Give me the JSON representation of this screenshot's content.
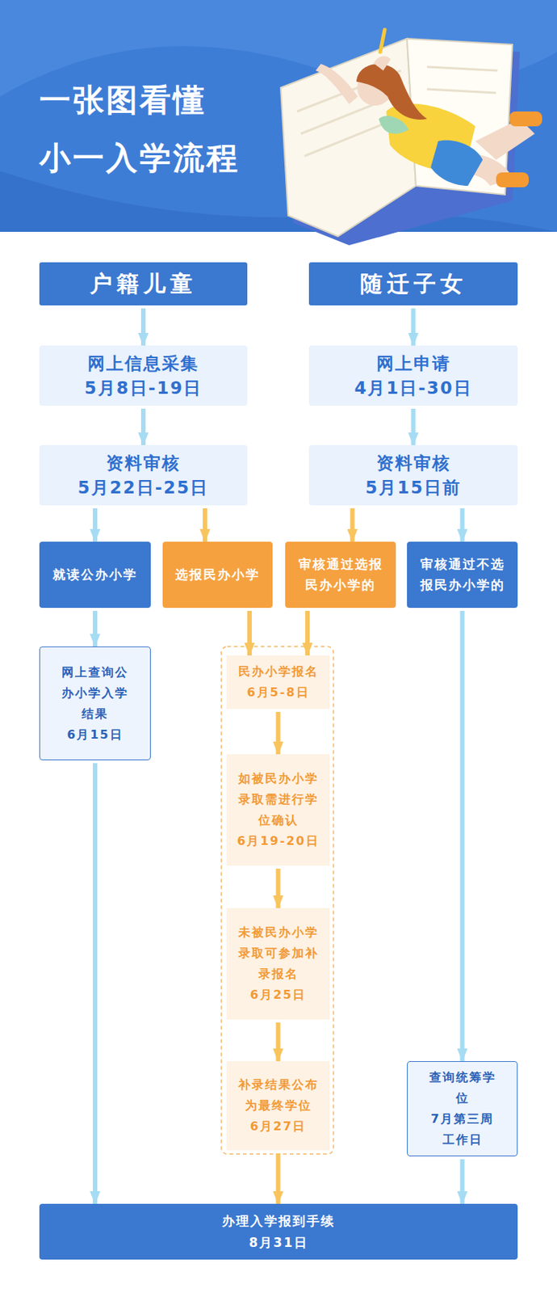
{
  "diagram": {
    "title": "一张图看懂 小一入学流程",
    "nodes": [
      {
        "text": [
          "户籍儿童"
        ]
      },
      {
        "text": [
          "随迁子女"
        ]
      },
      {
        "text": [
          "网上信息采集",
          "5月8日-19日"
        ]
      },
      {
        "text": [
          "网上申请",
          "4月1日-30日"
        ]
      },
      {
        "text": [
          "资料审核",
          "5月22日-25日"
        ]
      },
      {
        "text": [
          "资料审核",
          "5月15日前"
        ]
      },
      {
        "text": [
          "就读公办小学"
        ]
      },
      {
        "text": [
          "选报民办小学"
        ]
      },
      {
        "text": [
          "审核通过选报民办小学的"
        ]
      },
      {
        "text": [
          "审核通过不选报民办小学的"
        ]
      },
      {
        "text": [
          "网上查询公办小学入学结果",
          "6月15日"
        ]
      },
      {
        "text": [
          "民办小学报名",
          "6月5-8日"
        ]
      },
      {
        "text": [
          "如被民办小学录取需进行学位确认",
          "6月19-20日"
        ]
      },
      {
        "text": [
          "未被民办小学录取可参加补录报名",
          "6月25日"
        ]
      },
      {
        "text": [
          "补录结果公布为最终学位",
          "6月27日"
        ]
      },
      {
        "text": [
          "查询统筹学位",
          "7月第三周工作日"
        ]
      },
      {
        "text": [
          "办理入学报到手续",
          "8月31日"
        ]
      }
    ],
    "edges": [
      {
        "from": 0,
        "to": 2,
        "arrow": "to"
      },
      {
        "from": 2,
        "to": 4,
        "arrow": "to"
      },
      {
        "from": 1,
        "to": 3,
        "arrow": "to"
      },
      {
        "from": 3,
        "to": 5,
        "arrow": "to"
      },
      {
        "from": 4,
        "to": 6,
        "arrow": "to"
      },
      {
        "from": 4,
        "to": 7,
        "arrow": "to"
      },
      {
        "from": 5,
        "to": 8,
        "arrow": "to"
      },
      {
        "from": 5,
        "to": 9,
        "arrow": "to"
      },
      {
        "from": 6,
        "to": 10,
        "arrow": "to"
      },
      {
        "from": 7,
        "to": 11,
        "arrow": "to"
      },
      {
        "from": 8,
        "to": 11,
        "arrow": "to"
      },
      {
        "from": 11,
        "to": 12,
        "arrow": "to"
      },
      {
        "from": 12,
        "to": 13,
        "arrow": "to"
      },
      {
        "from": 13,
        "to": 14,
        "arrow": "to"
      },
      {
        "from": 10,
        "to": 16,
        "arrow": "to"
      },
      {
        "from": 14,
        "to": 16,
        "arrow": "to"
      },
      {
        "from": 9,
        "to": 15,
        "arrow": "to"
      },
      {
        "from": 15,
        "to": 16,
        "arrow": "to"
      }
    ]
  }
}
